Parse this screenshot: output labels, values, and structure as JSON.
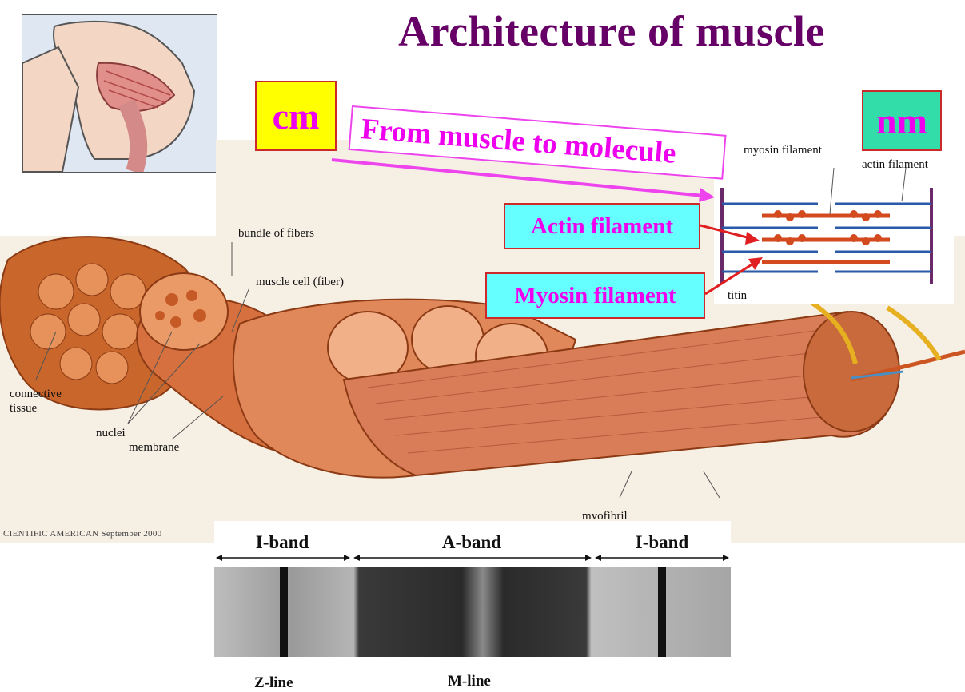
{
  "title": "Architecture of muscle",
  "scale_tags": {
    "cm": "cm",
    "nm": "nm"
  },
  "banner": "From muscle to molecule",
  "callouts": {
    "actin": "Actin filament",
    "myosin": "Myosin filament"
  },
  "inset_labels": {
    "myosin": "myosin filament",
    "actin": "actin filament",
    "titin": "titin"
  },
  "anatomy_labels": {
    "bundle": "bundle of fibers",
    "cell": "muscle cell (fiber)",
    "connective_1": "connective",
    "connective_2": "tissue",
    "nuclei": "nuclei",
    "membrane": "membrane",
    "myofibril": "myofibril"
  },
  "credit": "CIENTIFIC AMERICAN   September 2000",
  "micrograph": {
    "bands": [
      "I-band",
      "A-band",
      "I-band"
    ],
    "lines": [
      "Z-line",
      "M-line"
    ]
  },
  "colors": {
    "title": "#660066",
    "magenta_text": "#ee00ee",
    "cm_bg": "#ffff00",
    "nm_bg": "#33ddaa",
    "callout_bg": "#66ffff",
    "muscle": "#d86a3c"
  }
}
